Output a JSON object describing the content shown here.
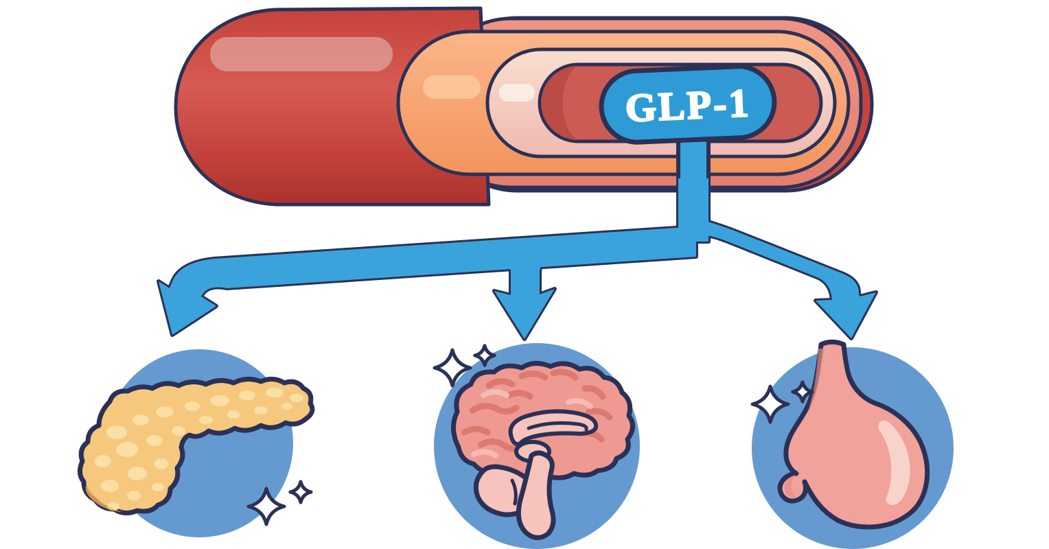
{
  "diagram": {
    "label": "GLP-1",
    "source": {
      "name": "blood-vessel-cross-section"
    },
    "targets": [
      {
        "id": "pancreas",
        "icon": "pancreas-icon"
      },
      {
        "id": "brain",
        "icon": "brain-icon"
      },
      {
        "id": "stomach",
        "icon": "stomach-icon"
      }
    ]
  },
  "colors": {
    "outline": "#2B3156",
    "tube_top": "#C4433C",
    "tube_mid": "#D65B52",
    "tube_low": "#C2423B",
    "tube_bottom": "#AC322D",
    "tube_highlight": "#DE958D",
    "crimson_rim": "#C5453D",
    "salmon_top": "#EF9484",
    "salmon_bottom": "#E47E6E",
    "orange_top": "#FBB68A",
    "orange_bottom": "#F3945C",
    "orange_highlight": "#FBCA9F",
    "intima_top": "#F9DECF",
    "intima_bottom": "#EFBAB1",
    "intima_highlight": "#FCEFE5",
    "lumen_red": "#CB5B53",
    "lumen_red_dark": "#BA4B45",
    "badge_blue": "#2E9BD6",
    "arrow_blue": "#3AA3DC",
    "circle_blue": "#659AD0",
    "pancreas_yellow": "#F6C87D",
    "pancreas_texture": "#FBDFA4",
    "pancreas_shade": "#EFAE56",
    "brain_cortex": "#EE9A92",
    "brain_gyri": "#DC7971",
    "brain_highlight": "#F4BCB4",
    "brain_inner_pink": "#F6C3BD",
    "stomach_pink": "#F0A29B",
    "stomach_highlight": "#F7D3CB",
    "stomach_shade": "#E28C85",
    "sparkle_white": "#FFFFFF",
    "text_white": "#FFFFFF"
  }
}
